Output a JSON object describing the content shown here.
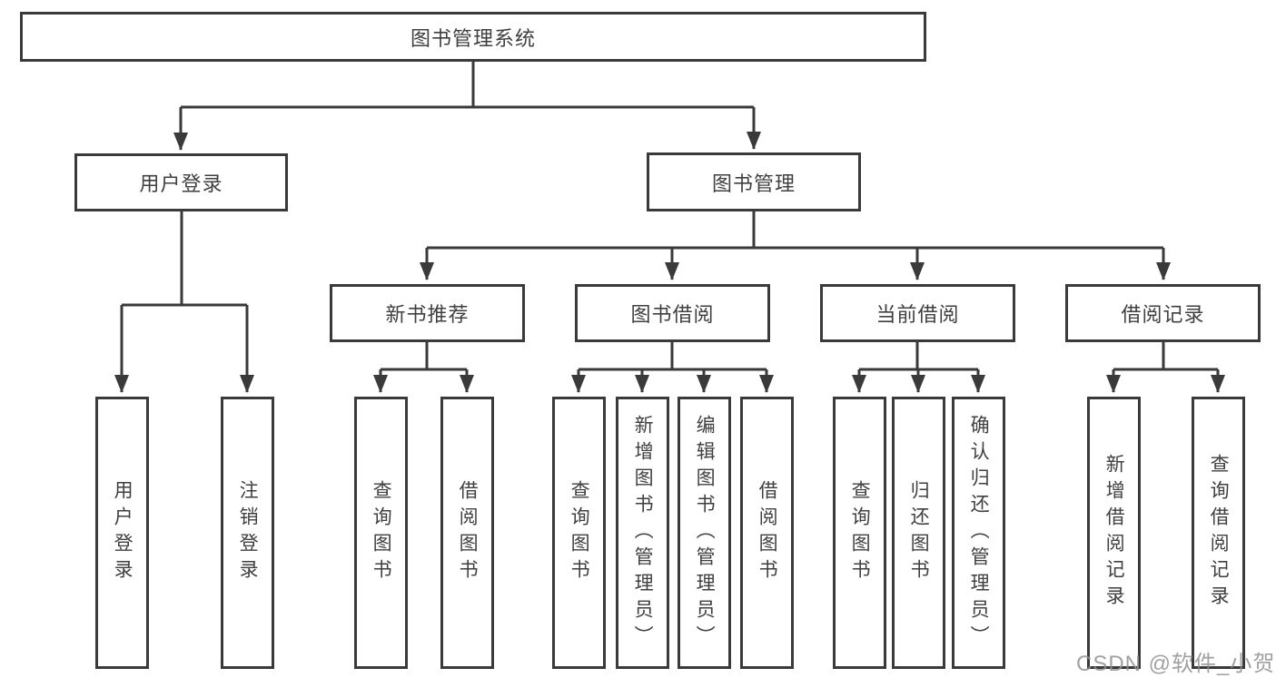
{
  "colors": {
    "line": "#3a3a3a",
    "text": "#3f3f3f",
    "background": "#ffffff",
    "watermark": "#919191"
  },
  "diagram": {
    "root": {
      "label": "图书管理系统"
    },
    "user_login": {
      "label": "用户登录",
      "children": [
        {
          "label": "用户登录"
        },
        {
          "label": "注销登录"
        }
      ]
    },
    "book_management": {
      "label": "图书管理",
      "sections": [
        {
          "label": "新书推荐",
          "children": [
            {
              "label": "查询图书"
            },
            {
              "label": "借阅图书"
            }
          ]
        },
        {
          "label": "图书借阅",
          "children": [
            {
              "label": "查询图书"
            },
            {
              "label": "新增图书（管理员）"
            },
            {
              "label": "编辑图书（管理员）"
            },
            {
              "label": "借阅图书"
            }
          ]
        },
        {
          "label": "当前借阅",
          "children": [
            {
              "label": "查询图书"
            },
            {
              "label": "归还图书"
            },
            {
              "label": "确认归还（管理员）"
            }
          ]
        },
        {
          "label": "借阅记录",
          "children": [
            {
              "label": "新增借阅记录"
            },
            {
              "label": "查询借阅记录"
            }
          ]
        }
      ]
    }
  },
  "watermark": {
    "text": "CSDN @软件_小贺同学"
  }
}
